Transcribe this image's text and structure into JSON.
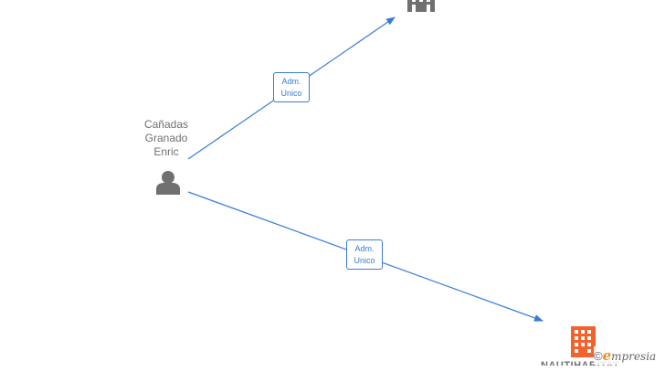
{
  "person": {
    "name_lines": [
      "Cañadas",
      "Granado",
      "Enric"
    ],
    "icon": "person-icon",
    "icon_color": "#707070"
  },
  "relations": [
    {
      "lines": [
        "Adm.",
        "Unico"
      ]
    },
    {
      "lines": [
        "Adm.",
        "Unico"
      ]
    }
  ],
  "companies": [
    {
      "icon": "building-icon",
      "color": "#707070"
    },
    {
      "icon": "building-icon",
      "color": "#f4622b",
      "label": "NAUTIHABITAT"
    }
  ],
  "colors": {
    "edge": "#3a7bd5",
    "text": "#707070",
    "highlight": "#f4622b",
    "brand": "#f08a1c"
  },
  "watermark": {
    "copyright": "©",
    "brand_initial": "e",
    "brand_rest": "mpresia"
  }
}
